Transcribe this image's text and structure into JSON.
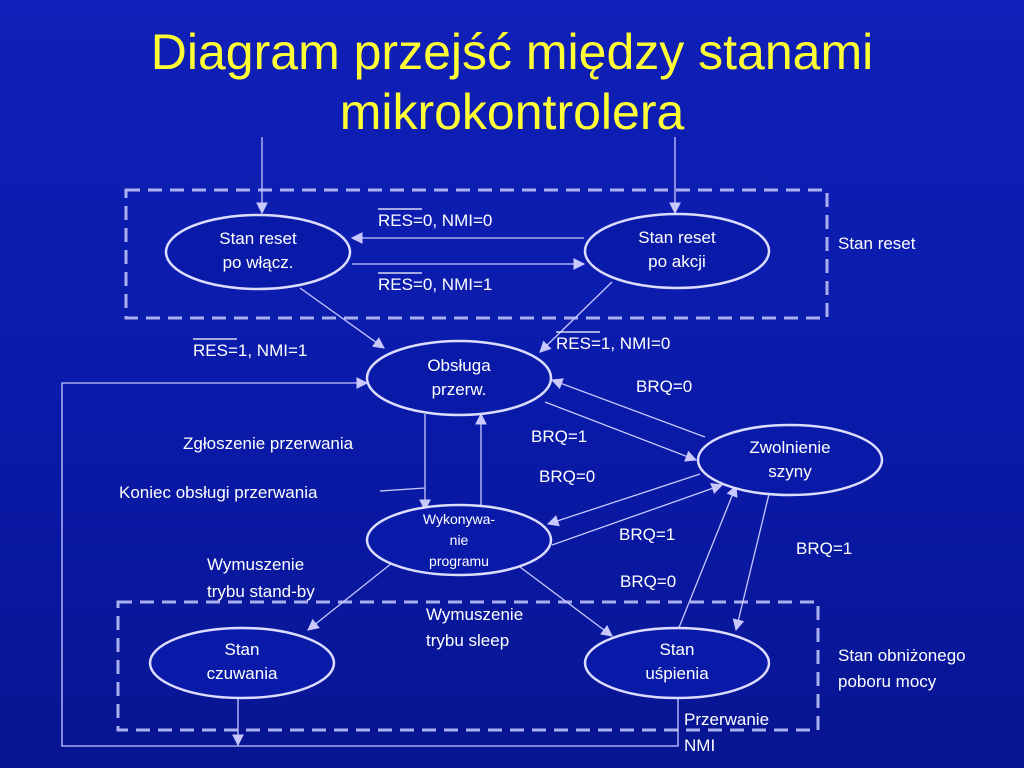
{
  "title": {
    "line1": "Diagram przejść między stanami",
    "line2": "mikrokontrolera"
  },
  "groups": {
    "reset": "Stan reset",
    "low_power_line1": "Stan obniżonego",
    "low_power_line2": "poboru mocy"
  },
  "nodes": {
    "reset_power_on": {
      "line1": "Stan reset",
      "line2": "po włącz."
    },
    "reset_action": {
      "line1": "Stan reset",
      "line2": "po akcji"
    },
    "interrupt": {
      "line1": "Obsługa",
      "line2": "przerw."
    },
    "bus_release": {
      "line1": "Zwolnienie",
      "line2": "szyny"
    },
    "program": {
      "line1": "Wykonywa-",
      "line2": "nie",
      "line3": "programu"
    },
    "standby": {
      "line1": "Stan",
      "line2": "czuwania"
    },
    "sleep": {
      "line1": "Stan",
      "line2": "uśpienia"
    }
  },
  "labels": {
    "res0_nmi0_res": "RES",
    "res0_nmi0_rest": "=0, NMI=0",
    "res0_nmi1_res": "RES",
    "res0_nmi1_rest": "=0, NMI=1",
    "res1_nmi1_res": "RES",
    "res1_nmi1_rest": "=1, NMI=1",
    "res1_nmi0_res": "RES",
    "res1_nmi0_rest": "=1, NMI=0",
    "brq0_a": "BRQ=0",
    "brq1_a": "BRQ=1",
    "brq0_b": "BRQ=0",
    "brq1_b": "BRQ=1",
    "brq0_c": "BRQ=0",
    "brq1_c": "BRQ=1",
    "interrupt_request": "Zgłoszenie przerwania",
    "interrupt_end": "Koniec obsługi przerwania",
    "force_standby_line1": "Wymuszenie",
    "force_standby_line2": "trybu stand-by",
    "force_sleep_line1": "Wymuszenie",
    "force_sleep_line2": "trybu sleep",
    "nmi_line1": "Przerwanie",
    "nmi_line2": "NMI"
  },
  "colors": {
    "background": "#0a1aa8",
    "title": "#ffff33",
    "text": "#ffffff",
    "lines": "#c8c8ff"
  }
}
